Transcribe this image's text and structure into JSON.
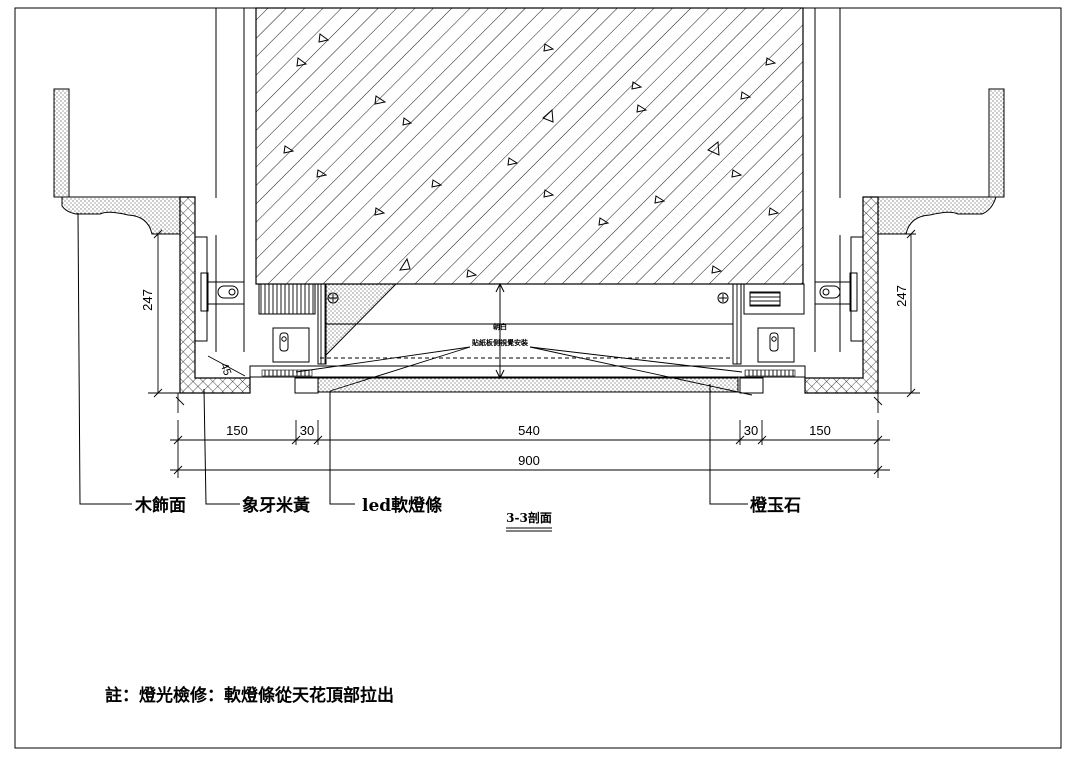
{
  "section_title": "3-3剖面",
  "note": "註：燈光檢修：軟燈條從天花頂部拉出",
  "callouts": {
    "wood_finish": "木飾面",
    "ivory_beige": "象牙米黃",
    "led_strip": "led軟燈條",
    "orange_jade": "橙玉石"
  },
  "center_labels": {
    "top": "朝白",
    "bottom": "貼紙板側視覺安裝"
  },
  "dimensions": {
    "seg1": "150",
    "seg2": "30",
    "seg3": "540",
    "seg4": "30",
    "seg5": "150",
    "total": "900",
    "height_left": "247",
    "height_right": "247",
    "angle": "45"
  },
  "colors": {
    "line": "#000000",
    "background": "#ffffff"
  }
}
